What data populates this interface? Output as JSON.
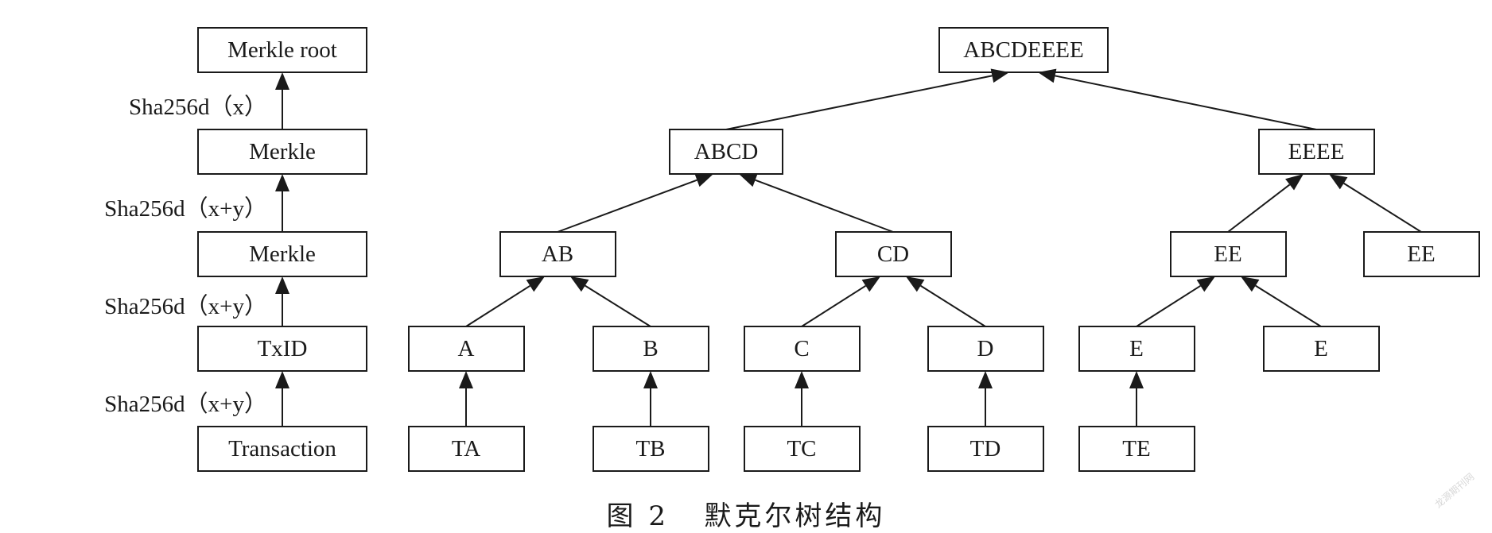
{
  "left_chain": {
    "nodes": {
      "root": "Merkle root",
      "merkle_upper": "Merkle",
      "merkle_lower": "Merkle",
      "txid": "TxID",
      "transaction": "Transaction"
    },
    "steps": {
      "s1": "Sha256d（x）",
      "s2": "Sha256d（x+y）",
      "s3": "Sha256d（x+y）",
      "s4": "Sha256d（x+y）"
    }
  },
  "tree": {
    "nodes": {
      "abcdeeee": "ABCDEEEE",
      "abcd": "ABCD",
      "eeee": "EEEE",
      "ab": "AB",
      "cd": "CD",
      "ee_left": "EE",
      "ee_right": "EE",
      "a": "A",
      "b": "B",
      "c": "C",
      "d": "D",
      "e_left": "E",
      "e_right": "E",
      "ta": "TA",
      "tb": "TB",
      "tc": "TC",
      "td": "TD",
      "te": "TE"
    }
  },
  "caption": {
    "figure": "图 2",
    "title": "默克尔树结构"
  },
  "watermark": "龙源期刊网"
}
